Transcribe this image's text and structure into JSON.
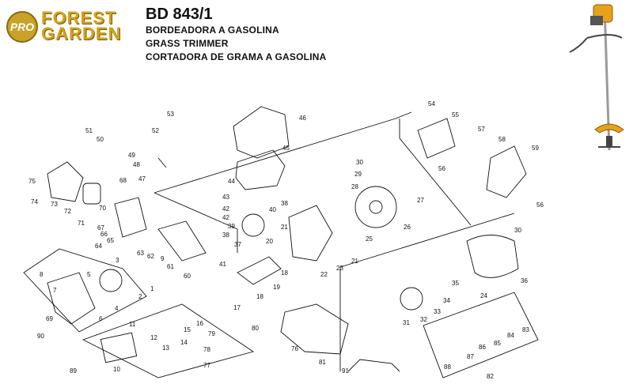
{
  "brand": {
    "badge": "PRO",
    "name_line1": "FOREST",
    "name_line2": "GARDEN"
  },
  "header": {
    "model": "BD 843/1",
    "line1": "BORDEADORA A GASOLINA",
    "line2": "GRASS TRIMMER",
    "line3": "CORTADORA DE GRAMA A GASOLINA"
  },
  "part_labels": [
    {
      "id": "p1",
      "text": "1"
    },
    {
      "id": "p2",
      "text": "2"
    },
    {
      "id": "p3",
      "text": "3"
    },
    {
      "id": "p4",
      "text": "4"
    },
    {
      "id": "p5",
      "text": "5"
    },
    {
      "id": "p6",
      "text": "6"
    },
    {
      "id": "p7",
      "text": "7"
    },
    {
      "id": "p8",
      "text": "8"
    },
    {
      "id": "p9",
      "text": "9"
    },
    {
      "id": "p10",
      "text": "10"
    },
    {
      "id": "p11",
      "text": "11"
    },
    {
      "id": "p12",
      "text": "12"
    },
    {
      "id": "p13",
      "text": "13"
    },
    {
      "id": "p14",
      "text": "14"
    },
    {
      "id": "p15",
      "text": "15"
    },
    {
      "id": "p16",
      "text": "16"
    },
    {
      "id": "p17",
      "text": "17"
    },
    {
      "id": "p18a",
      "text": "18"
    },
    {
      "id": "p18b",
      "text": "18"
    },
    {
      "id": "p19",
      "text": "19"
    },
    {
      "id": "p20",
      "text": "20"
    },
    {
      "id": "p21a",
      "text": "21"
    },
    {
      "id": "p21b",
      "text": "21"
    },
    {
      "id": "p22",
      "text": "22"
    },
    {
      "id": "p23",
      "text": "23"
    },
    {
      "id": "p24",
      "text": "24"
    },
    {
      "id": "p25",
      "text": "25"
    },
    {
      "id": "p26",
      "text": "26"
    },
    {
      "id": "p27",
      "text": "27"
    },
    {
      "id": "p28",
      "text": "28"
    },
    {
      "id": "p29",
      "text": "29"
    },
    {
      "id": "p30a",
      "text": "30"
    },
    {
      "id": "p30b",
      "text": "30"
    },
    {
      "id": "p31",
      "text": "31"
    },
    {
      "id": "p32",
      "text": "32"
    },
    {
      "id": "p33",
      "text": "33"
    },
    {
      "id": "p34",
      "text": "34"
    },
    {
      "id": "p35",
      "text": "35"
    },
    {
      "id": "p36",
      "text": "36"
    },
    {
      "id": "p37",
      "text": "37"
    },
    {
      "id": "p38a",
      "text": "38"
    },
    {
      "id": "p38b",
      "text": "38"
    },
    {
      "id": "p39",
      "text": "39"
    },
    {
      "id": "p40",
      "text": "40"
    },
    {
      "id": "p41",
      "text": "41"
    },
    {
      "id": "p42a",
      "text": "42"
    },
    {
      "id": "p42b",
      "text": "42"
    },
    {
      "id": "p43",
      "text": "43"
    },
    {
      "id": "p44",
      "text": "44"
    },
    {
      "id": "p45",
      "text": "45"
    },
    {
      "id": "p46",
      "text": "46"
    },
    {
      "id": "p47",
      "text": "47"
    },
    {
      "id": "p48",
      "text": "48"
    },
    {
      "id": "p49",
      "text": "49"
    },
    {
      "id": "p50",
      "text": "50"
    },
    {
      "id": "p51",
      "text": "51"
    },
    {
      "id": "p52",
      "text": "52"
    },
    {
      "id": "p53",
      "text": "53"
    },
    {
      "id": "p54",
      "text": "54"
    },
    {
      "id": "p55",
      "text": "55"
    },
    {
      "id": "p56a",
      "text": "56"
    },
    {
      "id": "p56b",
      "text": "56"
    },
    {
      "id": "p57",
      "text": "57"
    },
    {
      "id": "p58",
      "text": "58"
    },
    {
      "id": "p59",
      "text": "59"
    },
    {
      "id": "p60",
      "text": "60"
    },
    {
      "id": "p61",
      "text": "61"
    },
    {
      "id": "p62",
      "text": "62"
    },
    {
      "id": "p63",
      "text": "63"
    },
    {
      "id": "p64",
      "text": "64"
    },
    {
      "id": "p65",
      "text": "65"
    },
    {
      "id": "p66",
      "text": "66"
    },
    {
      "id": "p67",
      "text": "67"
    },
    {
      "id": "p68",
      "text": "68"
    },
    {
      "id": "p69",
      "text": "69"
    },
    {
      "id": "p70",
      "text": "70"
    },
    {
      "id": "p71",
      "text": "71"
    },
    {
      "id": "p72",
      "text": "72"
    },
    {
      "id": "p73",
      "text": "73"
    },
    {
      "id": "p74",
      "text": "74"
    },
    {
      "id": "p75",
      "text": "75"
    },
    {
      "id": "p76",
      "text": "76"
    },
    {
      "id": "p77",
      "text": "77"
    },
    {
      "id": "p78",
      "text": "78"
    },
    {
      "id": "p79",
      "text": "79"
    },
    {
      "id": "p80",
      "text": "80"
    },
    {
      "id": "p81",
      "text": "81"
    },
    {
      "id": "p82",
      "text": "82"
    },
    {
      "id": "p83",
      "text": "83"
    },
    {
      "id": "p84",
      "text": "84"
    },
    {
      "id": "p85",
      "text": "85"
    },
    {
      "id": "p86",
      "text": "86"
    },
    {
      "id": "p87",
      "text": "87"
    },
    {
      "id": "p88",
      "text": "88"
    },
    {
      "id": "p89",
      "text": "89"
    },
    {
      "id": "p90",
      "text": "90"
    },
    {
      "id": "p91",
      "text": "91"
    }
  ],
  "colors": {
    "brand_gold": "#d4a21a",
    "line": "#111111",
    "product_orange": "#e8a21a"
  },
  "icons": {
    "logo": "pro-badge-icon",
    "product": "grass-trimmer-icon"
  }
}
